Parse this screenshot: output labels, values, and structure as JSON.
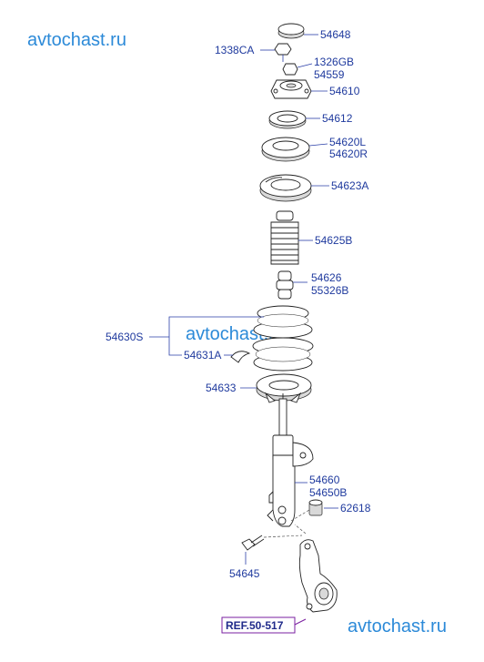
{
  "watermarks": [
    "avtochast.ru",
    "avtochast.ru",
    "avtochast.ru"
  ],
  "labels": {
    "p54648": "54648",
    "p1338ca": "1338CA",
    "p1326gb": "1326GB",
    "p54559": "54559",
    "p54610": "54610",
    "p54612": "54612",
    "p54620l": "54620L",
    "p54620r": "54620R",
    "p54623a": "54623A",
    "p54625b": "54625B",
    "p54626": "54626",
    "p55326b": "55326B",
    "p54630s": "54630S",
    "p54631a": "54631A",
    "p54633": "54633",
    "p54660": "54660",
    "p54650b": "54650B",
    "p62618": "62618",
    "p54645": "54645"
  },
  "ref": "REF.50-517",
  "colors": {
    "label": "#1f3a9e",
    "watermark": "#2c8ad8",
    "ref_box": "#7a1fa0"
  }
}
